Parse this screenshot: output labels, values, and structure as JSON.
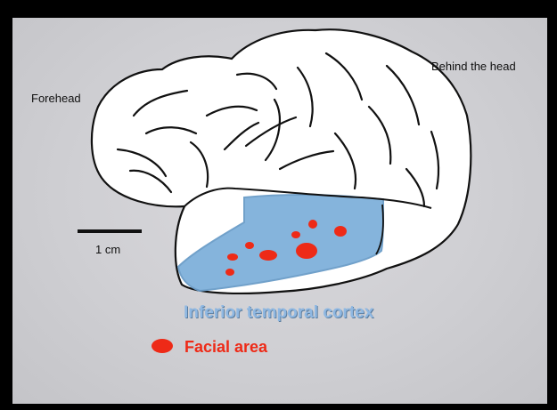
{
  "labels": {
    "forehead": "Forehead",
    "behind_head": "Behind the head",
    "scale": "1 cm",
    "inferior_temporal": "Inferior temporal cortex",
    "facial_area": "Facial area"
  },
  "colors": {
    "background_outer": "#000000",
    "slide": "#d2d2d6",
    "brain_fill": "#ffffff",
    "outline": "#111111",
    "it_region": "#7fb0db",
    "it_label": "#8fb8e2",
    "facial_area": "#ee2a17"
  }
}
